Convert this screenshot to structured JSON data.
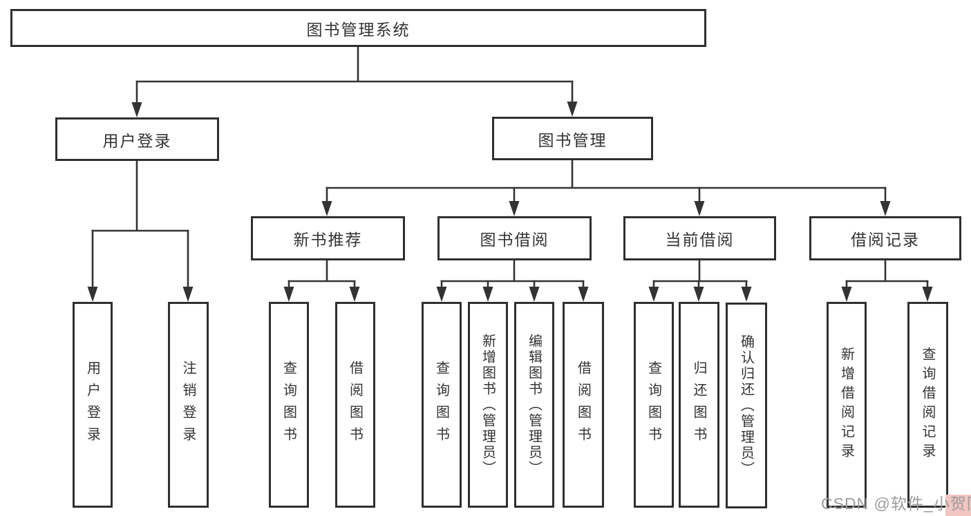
{
  "diagram": {
    "type": "tree",
    "root": {
      "label": "图书管理系统",
      "children": [
        {
          "label": "用户登录",
          "children": [
            {
              "label": "用户登录"
            },
            {
              "label": "注销登录"
            }
          ]
        },
        {
          "label": "图书管理",
          "children": [
            {
              "label": "新书推荐",
              "children": [
                {
                  "label": "查询图书"
                },
                {
                  "label": "借阅图书"
                }
              ]
            },
            {
              "label": "图书借阅",
              "children": [
                {
                  "label": "查询图书"
                },
                {
                  "label": "新增图书（管理员）"
                },
                {
                  "label": "编辑图书（管理员）"
                },
                {
                  "label": "借阅图书"
                }
              ]
            },
            {
              "label": "当前借阅",
              "children": [
                {
                  "label": "查询图书"
                },
                {
                  "label": "归还图书"
                },
                {
                  "label": "确认归还（管理员）"
                }
              ]
            },
            {
              "label": "借阅记录",
              "children": [
                {
                  "label": "新增借阅记录"
                },
                {
                  "label": "查询借阅记录"
                }
              ]
            }
          ]
        }
      ]
    },
    "colors": {
      "background": "#ffffff",
      "line": "#333333",
      "box_border": "#2f2f2f",
      "box_fill": "#ffffff",
      "text": "#333333",
      "watermark_text": "#9b9b9b",
      "watermark_highlight": "#f2c6c3"
    }
  },
  "watermark": {
    "text": "CSDN @软件_小贺同学"
  }
}
